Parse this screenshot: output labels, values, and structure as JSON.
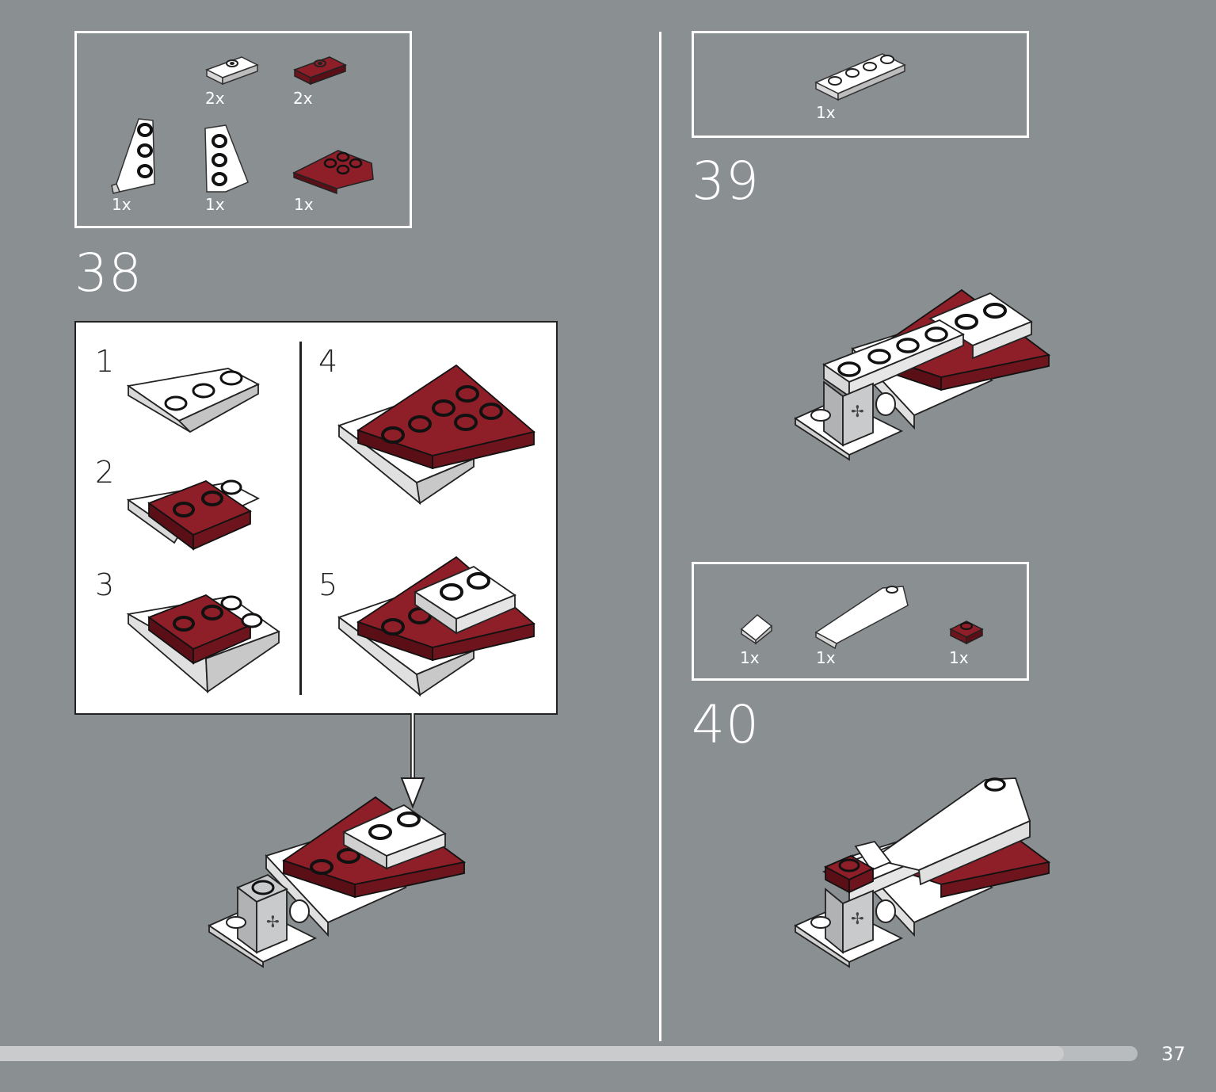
{
  "colors": {
    "background": "#8a8f92",
    "white": "#ffffff",
    "dark_red": "#7a1a22",
    "light_gray": "#c8cacc",
    "dark_gray": "#6e6e6e",
    "progress": "#c9cbcd"
  },
  "step38": {
    "number": "38",
    "parts": [
      {
        "name": "white-plate-1x2-jumper",
        "qty": "2x"
      },
      {
        "name": "dark-red-plate-1x2-jumper",
        "qty": "2x"
      },
      {
        "name": "white-wedge-plate-left",
        "qty": "1x"
      },
      {
        "name": "white-wedge-plate-right",
        "qty": "1x"
      },
      {
        "name": "dark-red-wedge-plate-4x4",
        "qty": "1x"
      }
    ],
    "substeps": [
      "1",
      "2",
      "3",
      "4",
      "5"
    ]
  },
  "step39": {
    "number": "39",
    "parts": [
      {
        "name": "white-plate-1x4",
        "qty": "1x"
      }
    ]
  },
  "step40": {
    "number": "40",
    "parts": [
      {
        "name": "white-slope-1x1",
        "qty": "1x"
      },
      {
        "name": "white-slope-curved-1x4",
        "qty": "1x"
      },
      {
        "name": "dark-red-plate-1x1",
        "qty": "1x"
      }
    ]
  },
  "footer": {
    "page_number": "37",
    "progress_fraction": 0.935
  }
}
